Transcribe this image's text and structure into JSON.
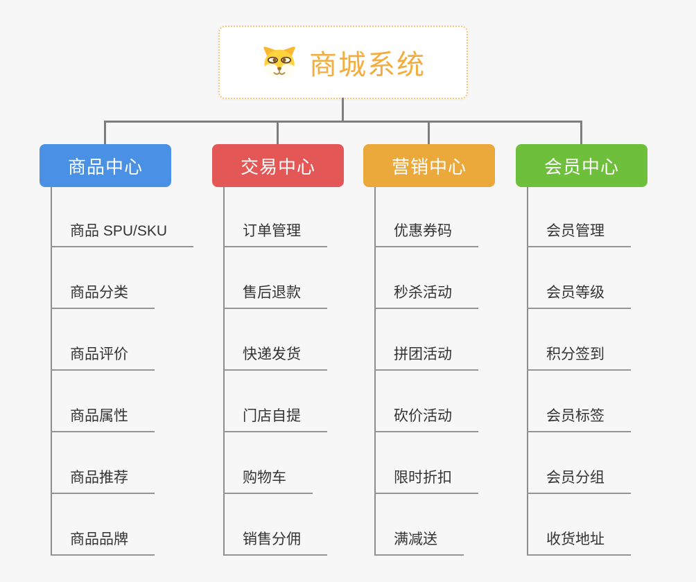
{
  "root": {
    "title": "商城系统",
    "icon": "dog-face-icon",
    "title_color": "#F3AD3F",
    "border_color": "#F6C678"
  },
  "line_color": "#7E7E7E",
  "branches": [
    {
      "label": "商品中心",
      "color": "#4A91E5",
      "items": [
        "商品 SPU/SKU",
        "商品分类",
        "商品评价",
        "商品属性",
        "商品推荐",
        "商品品牌"
      ]
    },
    {
      "label": "交易中心",
      "color": "#E35757",
      "items": [
        "订单管理",
        "售后退款",
        "快递发货",
        "门店自提",
        "购物车",
        "销售分佣"
      ]
    },
    {
      "label": "营销中心",
      "color": "#EBA93B",
      "items": [
        "优惠券码",
        "秒杀活动",
        "拼团活动",
        "砍价活动",
        "限时折扣",
        "满减送"
      ]
    },
    {
      "label": "会员中心",
      "color": "#6EC03C",
      "items": [
        "会员管理",
        "会员等级",
        "积分签到",
        "会员标签",
        "会员分组",
        "收货地址"
      ]
    }
  ]
}
